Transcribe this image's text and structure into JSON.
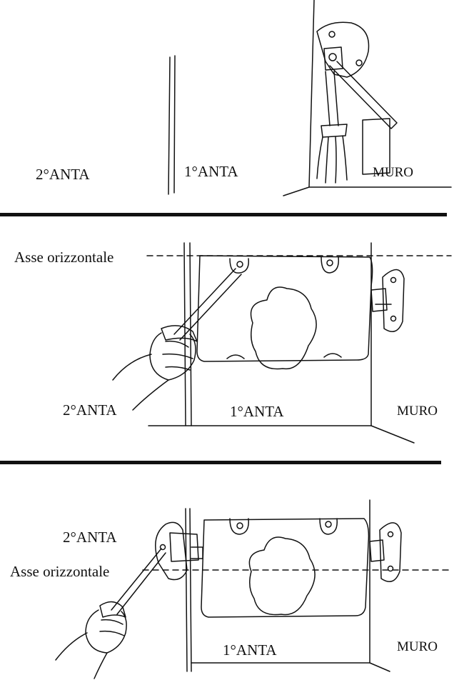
{
  "panel1": {
    "label_second_leaf": "2°ANTA",
    "label_first_leaf": "1°ANTA",
    "label_wall": "MURO"
  },
  "panel2": {
    "label_axis": "Asse orizzontale",
    "label_second_leaf": "2°ANTA",
    "label_first_leaf": "1°ANTA",
    "label_wall": "MURO"
  },
  "panel3": {
    "label_second_leaf": "2°ANTA",
    "label_axis": "Asse orizzontale",
    "label_first_leaf": "1°ANTA",
    "label_wall": "MURO"
  },
  "colors": {
    "ink": "#111111",
    "paper": "#ffffff"
  }
}
